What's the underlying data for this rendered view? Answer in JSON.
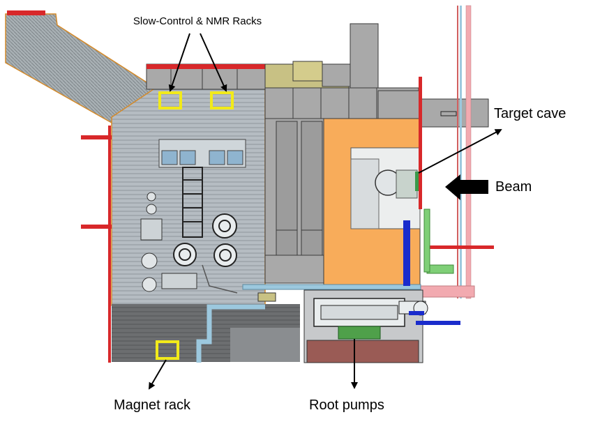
{
  "labels": {
    "slow_control": "Slow-Control & NMR Racks",
    "target_cave": "Target cave",
    "beam": "Beam",
    "magnet_rack": "Magnet rack",
    "root_pumps": "Root pumps"
  },
  "colors": {
    "background": "#ffffff",
    "floor_gray": "#b5bcc2",
    "floor_line": "#8e969c",
    "rack_gray": "#a9a9a9",
    "rack_stroke": "#3a3a3a",
    "khaki": "#c8c184",
    "cave_orange": "#f8ac5a",
    "accent_red": "#d8282a",
    "highlight_yellow": "#f2ea1a",
    "pipe_pink": "#f2aab0",
    "pipe_lightblue": "#9cc8de",
    "pipe_green": "#7fcf77",
    "pipe_blue": "#1a2ccc",
    "dark_floor": "#626466"
  },
  "icons": [
    "arrow-icon",
    "beam-arrow-icon"
  ]
}
